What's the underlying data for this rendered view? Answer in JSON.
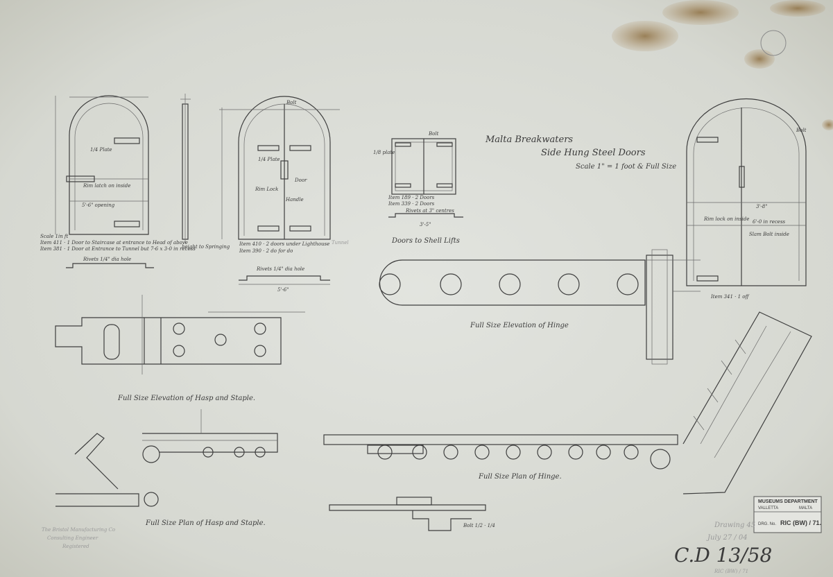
{
  "title": {
    "line1": "Malta Breakwaters",
    "line2": "Side Hung Steel Doors",
    "line3": "Scale 1\" = 1 foot & Full Size"
  },
  "drawings": {
    "door1": {
      "scale_note": "Scale 1in ft",
      "item1": "Item 411 · 1 Door to Staircase at entrance to Head of above",
      "item2": "Item 381 · 1 Door at Entrance to Tunnel but 7-6 x 3-0 in recess",
      "spacing": "5'-6\" opening",
      "rim": "Rim latch on inside",
      "bottom_note": "Rivets 1/4\" dia hole"
    },
    "door2": {
      "caption": "height to Springing",
      "item1": "Item 410 · 2 doors under Lighthouse",
      "item2": "Item 390 · 2 do for do",
      "bottom_note": "Rivets 1/4\" dia hole",
      "width": "5'-6\"",
      "bolt": "Bolt",
      "handle": "Handle",
      "rim_lock": "Rim Lock",
      "door_note": "Door",
      "tunnel": "Tunnel"
    },
    "shell_lifts": {
      "caption": "Doors to Shell Lifts",
      "item1": "Item 189 · 2 Doors",
      "item2": "Item 339 · 2 Doors",
      "bolt": "Bolt",
      "plate": "1/8 plate",
      "width": "3'-5\"",
      "rivets": "Rivets at 3\" centres"
    },
    "door3": {
      "item": "Item 341 · 1 off",
      "rim": "Rim lock on inside",
      "spacing": "3'-8\"",
      "recess": "6'-0 in recess",
      "slam": "Slam Bolt inside",
      "bolt": "Bolt"
    },
    "hinge_elevation": "Full Size Elevation of Hinge",
    "hasp_elevation": "Full Size Elevation of Hasp and Staple.",
    "hasp_plan": "Full Size Plan of Hasp and Staple.",
    "hinge_plan": "Full Size Plan of Hinge.",
    "bolt_note": "Bolt 1/2 · 1/4"
  },
  "stamp": {
    "line1": "MUSEUMS DEPARTMENT",
    "line2a": "VALLETTA",
    "line2b": "MALTA",
    "drg_label": "DRG. No.",
    "drg_value": "RIC (BW) / 71."
  },
  "annotations": {
    "maker1": "The Bristol Manufacturing Co",
    "maker2": "Consulting Engineer",
    "maker3": "Registered",
    "drawing_no": "Drawing 45",
    "date": "July 27 / 04",
    "catalogue": "C.D 13/58",
    "catalogue2": "RIC (BW) / 71"
  }
}
